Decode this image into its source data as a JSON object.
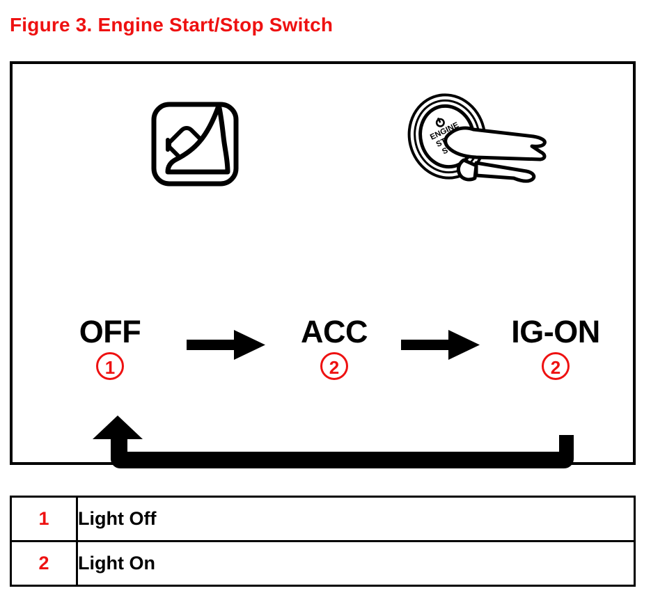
{
  "figure": {
    "title": "Figure 3.  Engine Start/Stop Switch",
    "title_color": "#ee1111",
    "border_color": "#000000"
  },
  "icons": {
    "brake_pedal": "brake-pedal-icon",
    "start_stop_button": "engine-start-stop-button-icon",
    "hand": "pressing-hand-icon",
    "power_symbol": "power-symbol-icon"
  },
  "button_face": {
    "line1": "ENGINE",
    "line2": "START",
    "line3": "STOP"
  },
  "states": [
    {
      "id": "off",
      "label": "OFF",
      "badge": "1"
    },
    {
      "id": "acc",
      "label": "ACC",
      "badge": "2"
    },
    {
      "id": "ig-on",
      "label": "IG-ON",
      "badge": "2"
    }
  ],
  "arrows": {
    "forward_1": "arrow-off-to-acc",
    "forward_2": "arrow-acc-to-ig-on",
    "loop_back": "loop-arrow-ig-on-to-off"
  },
  "legend": {
    "rows": [
      {
        "number": "1",
        "description": "Light Off"
      },
      {
        "number": "2",
        "description": "Light On"
      }
    ]
  }
}
